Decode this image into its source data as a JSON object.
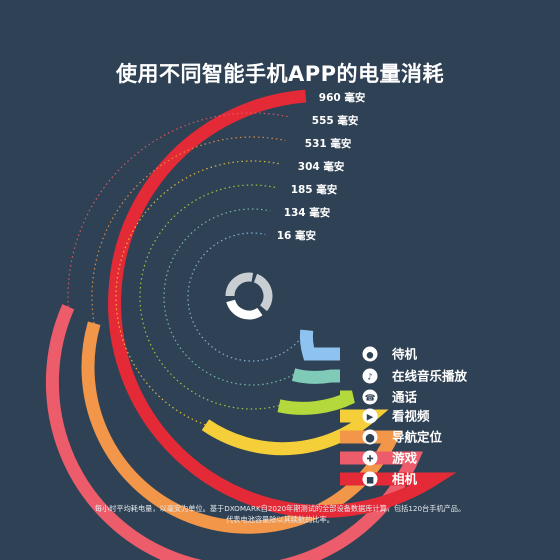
{
  "title": "使用不同智能手机APP的电量消耗",
  "footnote": {
    "line1": "每小时平均耗电量，以毫安为单位。基于DXOMARK自2020年期测试的全部设备数据库计算，包括120台手机产品。",
    "line2": "代表电池容量除以其续航的比率。"
  },
  "logo": {
    "icon": "dxomark-logo-icon"
  },
  "chart_data": {
    "type": "radial-bar",
    "title": "使用不同智能手机APP的电量消耗",
    "unit": "毫安",
    "ylim": [
      0,
      960
    ],
    "legend": "right",
    "series": [
      {
        "category": "待机",
        "value": 16,
        "value_label": "16 毫安",
        "color": "#8ec3ef",
        "icon": "standby-icon"
      },
      {
        "category": "在线音乐播放",
        "value": 134,
        "value_label": "134 毫安",
        "color": "#7fcbb8",
        "icon": "music-note-icon"
      },
      {
        "category": "通话",
        "value": 185,
        "value_label": "185 毫安",
        "color": "#b4d93c",
        "icon": "phone-call-icon"
      },
      {
        "category": "看视频",
        "value": 304,
        "value_label": "304 毫安",
        "color": "#f5cf3a",
        "icon": "video-play-icon"
      },
      {
        "category": "导航定位",
        "value": 531,
        "value_label": "531 毫安",
        "color": "#f2964a",
        "icon": "location-pin-icon"
      },
      {
        "category": "游戏",
        "value": 555,
        "value_label": "555 毫安",
        "color": "#ec5c6a",
        "icon": "gamepad-icon"
      },
      {
        "category": "相机",
        "value": 960,
        "value_label": "960 毫安",
        "color": "#e32a36",
        "icon": "camera-icon"
      }
    ]
  }
}
